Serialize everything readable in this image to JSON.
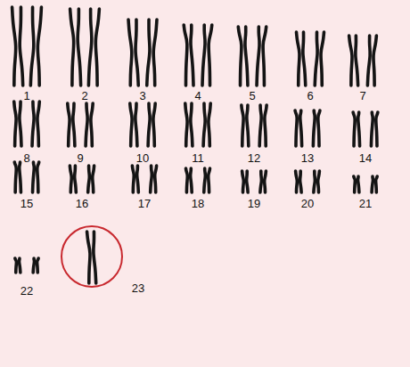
{
  "diagram": {
    "labels": [
      "1",
      "2",
      "3",
      "4",
      "5",
      "6",
      "7",
      "8",
      "9",
      "10",
      "11",
      "12",
      "13",
      "14",
      "15",
      "16",
      "17",
      "18",
      "19",
      "20",
      "21",
      "22",
      "23"
    ]
  }
}
